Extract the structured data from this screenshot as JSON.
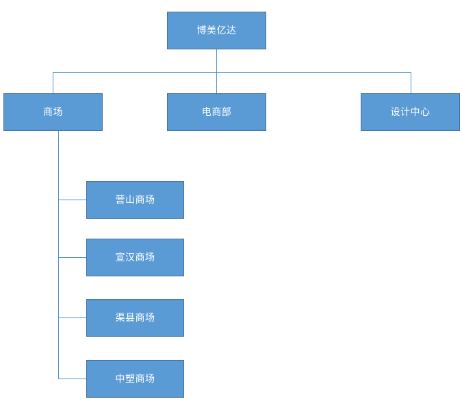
{
  "diagram": {
    "type": "organization-chart",
    "title_node": "博美亿达",
    "colors": {
      "node_fill": "#5B9BD5",
      "node_border": "#41719C",
      "connector": "#4E95CE",
      "node_text": "#FFFFFF",
      "background": "#FFFFFF"
    },
    "nodes": {
      "root": {
        "label": "博美亿达"
      },
      "level2": [
        {
          "label": "商场"
        },
        {
          "label": "电商部"
        },
        {
          "label": "设计中心"
        }
      ],
      "level3": [
        {
          "label": "营山商场"
        },
        {
          "label": "宣汉商场"
        },
        {
          "label": "渠县商场"
        },
        {
          "label": "中塑商场"
        }
      ]
    },
    "edges": [
      {
        "from": "博美亿达",
        "to": "商场"
      },
      {
        "from": "博美亿达",
        "to": "电商部"
      },
      {
        "from": "博美亿达",
        "to": "设计中心"
      },
      {
        "from": "商场",
        "to": "营山商场"
      },
      {
        "from": "商场",
        "to": "宣汉商场"
      },
      {
        "from": "商场",
        "to": "渠县商场"
      },
      {
        "from": "商场",
        "to": "中塑商场"
      }
    ]
  }
}
